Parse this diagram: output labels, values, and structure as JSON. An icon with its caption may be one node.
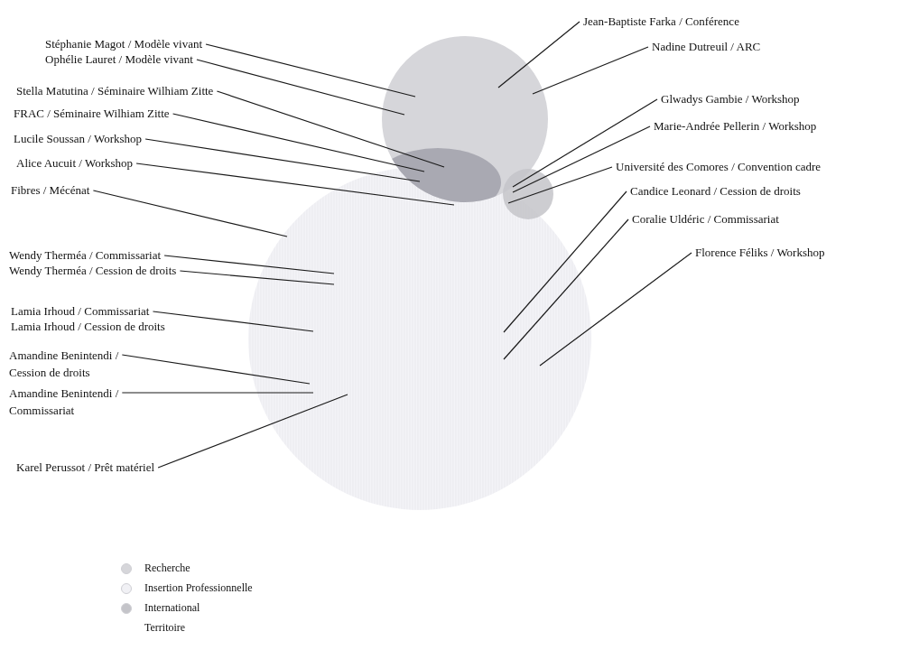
{
  "diagram": {
    "nodes": [
      {
        "text": [
          "Jean-Baptiste Farka / Conférence"
        ]
      },
      {
        "text": [
          "Nadine Dutreuil / ARC"
        ]
      },
      {
        "text": [
          "Stéphanie Magot / Modèle vivant"
        ]
      },
      {
        "text": [
          "Ophélie Lauret / Modèle vivant"
        ]
      },
      {
        "text": [
          "Glwadys Gambie / Workshop"
        ]
      },
      {
        "text": [
          "Stella Matutina / Séminaire Wilhiam Zitte"
        ]
      },
      {
        "text": [
          "Marie-Andrée Pellerin / Workshop"
        ]
      },
      {
        "text": [
          "FRAC / Séminaire Wilhiam Zitte"
        ]
      },
      {
        "text": [
          "Lucile Soussan / Workshop"
        ]
      },
      {
        "text": [
          "Université des Comores / Convention cadre"
        ]
      },
      {
        "text": [
          "Alice Aucuit / Workshop"
        ]
      },
      {
        "text": [
          "Candice Leonard / Cession de droits"
        ]
      },
      {
        "text": [
          "Fibres / Mécénat"
        ]
      },
      {
        "text": [
          "Coralie Uldéric / Commissariat"
        ]
      },
      {
        "text": [
          "Wendy Therméa / Commissariat"
        ]
      },
      {
        "text": [
          "Wendy Therméa / Cession de droits"
        ]
      },
      {
        "text": [
          "Florence Féliks / Workshop"
        ]
      },
      {
        "text": [
          "Lamia Irhoud / Commissariat"
        ]
      },
      {
        "text": [
          "Amandine Benintendi / Cession de droits"
        ]
      },
      {
        "text": [
          "Amandine Benintendi / Commissariat"
        ]
      },
      {
        "text": [
          "Karel Perussot / Prêt matériel"
        ]
      },
      {
        "text": [],
        "shape": "circle"
      },
      {
        "text": [],
        "shape": "ellipse"
      },
      {
        "text": [],
        "shape": "circle"
      },
      {
        "text": [],
        "shape": "circle"
      }
    ],
    "edges": [
      {
        "from": 0,
        "to": 21,
        "arrow": "none"
      },
      {
        "from": 1,
        "to": 21,
        "arrow": "none"
      },
      {
        "from": 2,
        "to": 21,
        "arrow": "none"
      },
      {
        "from": 3,
        "to": 21,
        "arrow": "none"
      },
      {
        "from": 4,
        "to": 24,
        "arrow": "none"
      },
      {
        "from": 5,
        "to": 22,
        "arrow": "none"
      },
      {
        "from": 6,
        "to": 24,
        "arrow": "none"
      },
      {
        "from": 7,
        "to": 22,
        "arrow": "none"
      },
      {
        "from": 8,
        "to": 22,
        "arrow": "none"
      },
      {
        "from": 9,
        "to": 24,
        "arrow": "none"
      },
      {
        "from": 10,
        "to": 22,
        "arrow": "none"
      },
      {
        "from": 11,
        "to": 23,
        "arrow": "none"
      },
      {
        "from": 12,
        "to": 23,
        "arrow": "none"
      },
      {
        "from": 13,
        "to": 23,
        "arrow": "none"
      },
      {
        "from": 14,
        "to": 23,
        "arrow": "none"
      },
      {
        "from": 15,
        "to": 23,
        "arrow": "none"
      },
      {
        "from": 16,
        "to": 23,
        "arrow": "none"
      },
      {
        "from": 17,
        "to": 23,
        "arrow": "none"
      },
      {
        "from": 18,
        "to": 23,
        "arrow": "none"
      },
      {
        "from": 19,
        "to": 23,
        "arrow": "none"
      },
      {
        "from": 20,
        "to": 23,
        "arrow": "none"
      }
    ],
    "labels": [
      "Lamia Irhoud / Cession de droits"
    ],
    "legend": [
      {
        "text": "Recherche",
        "color": "#d6d6da"
      },
      {
        "text": "Insertion Professionnelle",
        "color": "#f1f1f5"
      },
      {
        "text": "International",
        "color": "#c4c4c9"
      },
      {
        "text": "Territoire"
      }
    ]
  }
}
